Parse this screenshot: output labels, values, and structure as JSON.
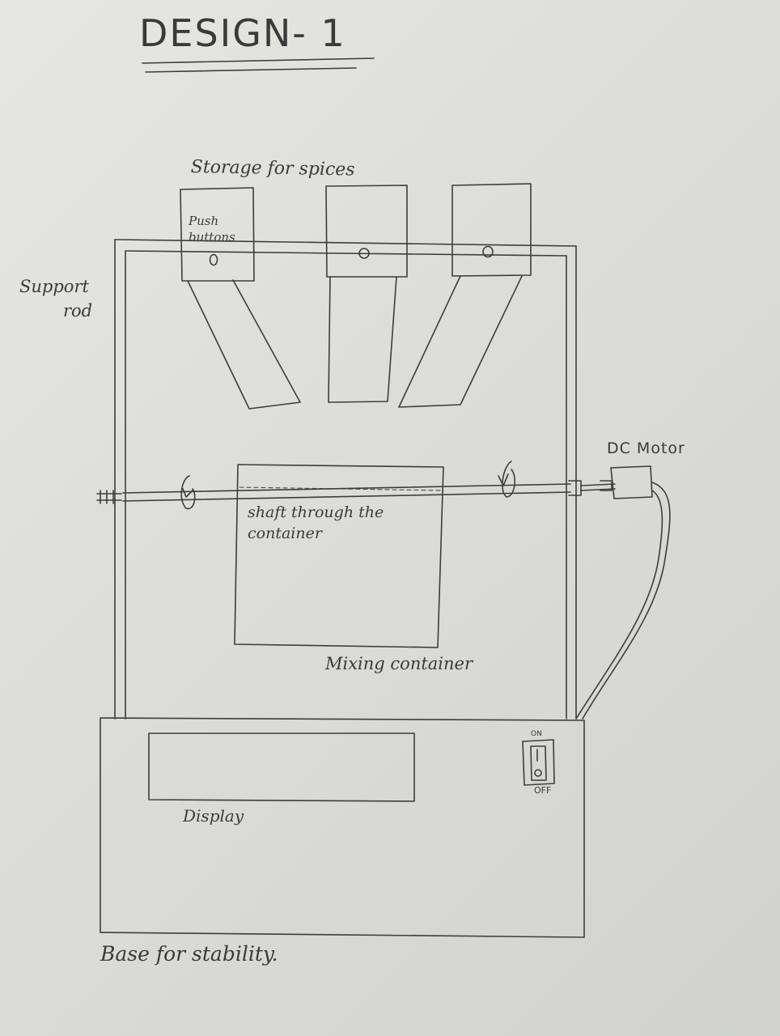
{
  "title": "DESIGN- 1",
  "labels": {
    "storage": "Storage for spices",
    "push_buttons_line1": "Push",
    "push_buttons_line2": "buttons",
    "support_line1": "Support",
    "support_line2": "rod",
    "dc_motor": "DC Motor",
    "shaft_line1": "shaft through the",
    "shaft_line2": "container",
    "mixing": "Mixing container",
    "display": "Display",
    "base": "Base for stability.",
    "switch_on": "ON",
    "switch_off": "OFF"
  }
}
